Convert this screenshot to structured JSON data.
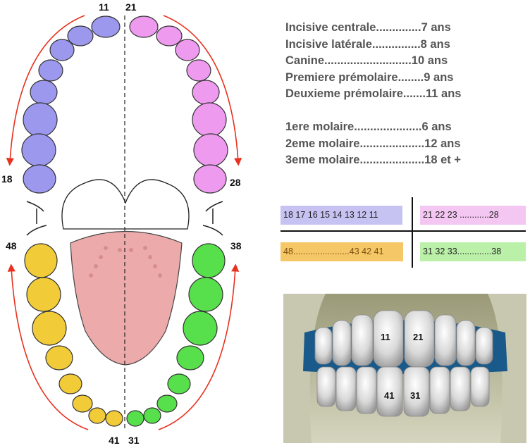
{
  "labels": {
    "top_left": "11",
    "top_right": "21",
    "upper_left_end": "18",
    "upper_right_end": "28",
    "lower_left_end": "48",
    "lower_right_end": "38",
    "bottom_left": "41",
    "bottom_right": "31"
  },
  "ages": [
    "Incisive centrale..............7 ans",
    "Incisive latérale...............8 ans",
    "Canine...........................10 ans",
    "Premiere prémolaire........9 ans",
    "Deuxieme prémolaire.......11 ans",
    "1ere molaire.....................6 ans",
    "2eme molaire....................12 ans",
    "3eme molaire....................18 et +"
  ],
  "quadrants": {
    "upper_left": "18  17  16  15  14  13  12  11",
    "upper_right": "21  22  23 ............28",
    "lower_left": "48.......................43  42  41",
    "lower_right": "31  32 33..............38"
  },
  "render_labels": {
    "upper_left": "11",
    "upper_right": "21",
    "lower_left": "41",
    "lower_right": "31"
  },
  "colors": {
    "upper_left": "#9c98ee",
    "upper_right": "#ee9aee",
    "lower_left": "#f2cb38",
    "lower_right": "#58df4c",
    "arrows": "#e8311e",
    "tongue": "#ecaaaa"
  }
}
